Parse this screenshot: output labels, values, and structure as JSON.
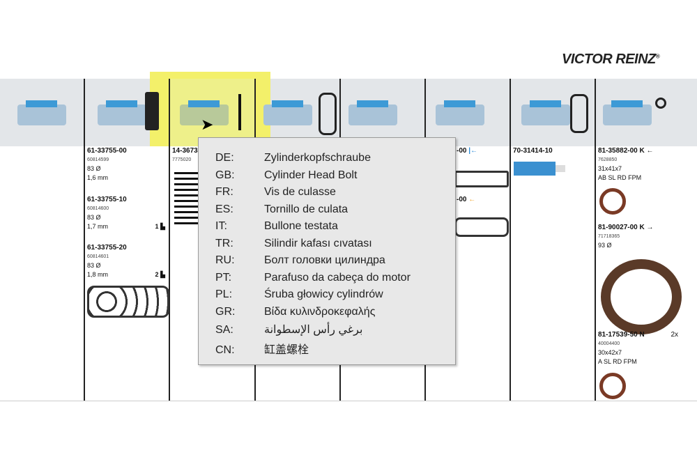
{
  "brand": "VICTOR REINZ",
  "columns": [
    {
      "id": "c1",
      "items": []
    },
    {
      "id": "c2",
      "items": [
        {
          "part": "61-33755-00",
          "ref": "60814599",
          "dia": "83 Ø",
          "thk": "1,6 mm",
          "mark": ""
        },
        {
          "part": "61-33755-10",
          "ref": "60814600",
          "dia": "83 Ø",
          "thk": "1,7 mm",
          "mark": "1"
        },
        {
          "part": "61-33755-20",
          "ref": "60814601",
          "dia": "83 Ø",
          "thk": "1,8 mm",
          "mark": "2"
        }
      ]
    },
    {
      "id": "c3",
      "items": [
        {
          "part": "14-3673",
          "ref": "7775020"
        }
      ]
    },
    {
      "id": "c6",
      "items": [
        {
          "part": "-00"
        },
        {
          "part": "-00"
        }
      ]
    },
    {
      "id": "c7",
      "items": [
        {
          "part": "70-31414-10"
        }
      ]
    },
    {
      "id": "c8",
      "items": [
        {
          "part": "81-35882-00 K",
          "ref": "7628850",
          "size": "31x41x7",
          "mat": "AB SL RD FPM"
        },
        {
          "part": "81-90027-00 K",
          "ref": "71718365",
          "size": "93 Ø"
        },
        {
          "part": "81-17539-50 N",
          "qty": "2x",
          "ref": "40004400",
          "size": "30x42x7",
          "mat": "A SL RD FPM"
        }
      ]
    }
  ],
  "tooltip": [
    {
      "k": "DE:",
      "v": "Zylinderkopfschraube"
    },
    {
      "k": "GB:",
      "v": "Cylinder Head Bolt"
    },
    {
      "k": "FR:",
      "v": "Vis de culasse"
    },
    {
      "k": "ES:",
      "v": "Tornillo de culata"
    },
    {
      "k": "IT:",
      "v": "Bullone testata"
    },
    {
      "k": "TR:",
      "v": "Silindir kafası cıvatası"
    },
    {
      "k": "RU:",
      "v": "Болт головки цилиндра"
    },
    {
      "k": "PT:",
      "v": "Parafuso da cabeça do motor"
    },
    {
      "k": "PL:",
      "v": "Śruba głowicy cylindrów"
    },
    {
      "k": "GR:",
      "v": "Βίδα κυλινδροκεφαλής"
    },
    {
      "k": "SA:",
      "v": "برغي رأس الإسطوانة"
    },
    {
      "k": "CN:",
      "v": "缸盖螺栓"
    }
  ]
}
